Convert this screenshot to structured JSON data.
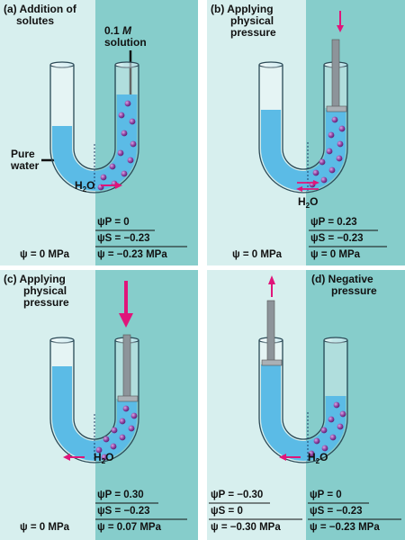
{
  "colors": {
    "left_bg": "#d7efee",
    "right_bg": "#86cdcb",
    "water": "#5bbbe6",
    "water_dark": "#3aa3d6",
    "glass": "#e8f6fb",
    "solute": "#7b3f8f",
    "arrow": "#e0157a",
    "piston": "#8d949a"
  },
  "panels": [
    {
      "id": "a",
      "title_lines": [
        "(a) Addition of",
        "solutes"
      ],
      "annotation_lines": [
        "0.1 M",
        "solution"
      ],
      "pure_water_lines": [
        "Pure",
        "water"
      ],
      "flow_label": "H2O",
      "flow_direction": "right",
      "left_potential": "ψ = 0 MPa",
      "right_potentials": [
        "ψP =   0",
        "ψS = −0.23",
        "ψ  = −0.23 MPa"
      ],
      "water_level_left": "low",
      "water_level_right": "high",
      "piston": "none"
    },
    {
      "id": "b",
      "title_lines": [
        "(b) Applying",
        "physical",
        "pressure"
      ],
      "flow_label": "H2O",
      "flow_direction": "equilibrium",
      "left_potential": "ψ = 0 MPa",
      "right_potentials": [
        "ψP =   0.23",
        "ψS = −0.23",
        "ψ  =   0 MPa"
      ],
      "piston": "right-down"
    },
    {
      "id": "c",
      "title_lines": [
        "(c) Applying",
        "physical",
        "pressure"
      ],
      "flow_label": "H2O",
      "flow_direction": "left",
      "left_potential": "ψ = 0 MPa",
      "right_potentials": [
        "ψP =   0.30",
        "ψS = −0.23",
        "ψ  =   0.07 MPa"
      ],
      "piston": "right-down-strong"
    },
    {
      "id": "d",
      "title_lines": [
        "(d) Negative",
        "pressure"
      ],
      "flow_label": "H2O",
      "flow_direction": "left",
      "left_potentials": [
        "ψP = −0.30",
        "ψS =   0",
        "ψ  = −0.30 MPa"
      ],
      "right_potentials": [
        "ψP =   0",
        "ψS = −0.23",
        "ψ  = −0.23 MPa"
      ],
      "piston": "left-up"
    }
  ]
}
